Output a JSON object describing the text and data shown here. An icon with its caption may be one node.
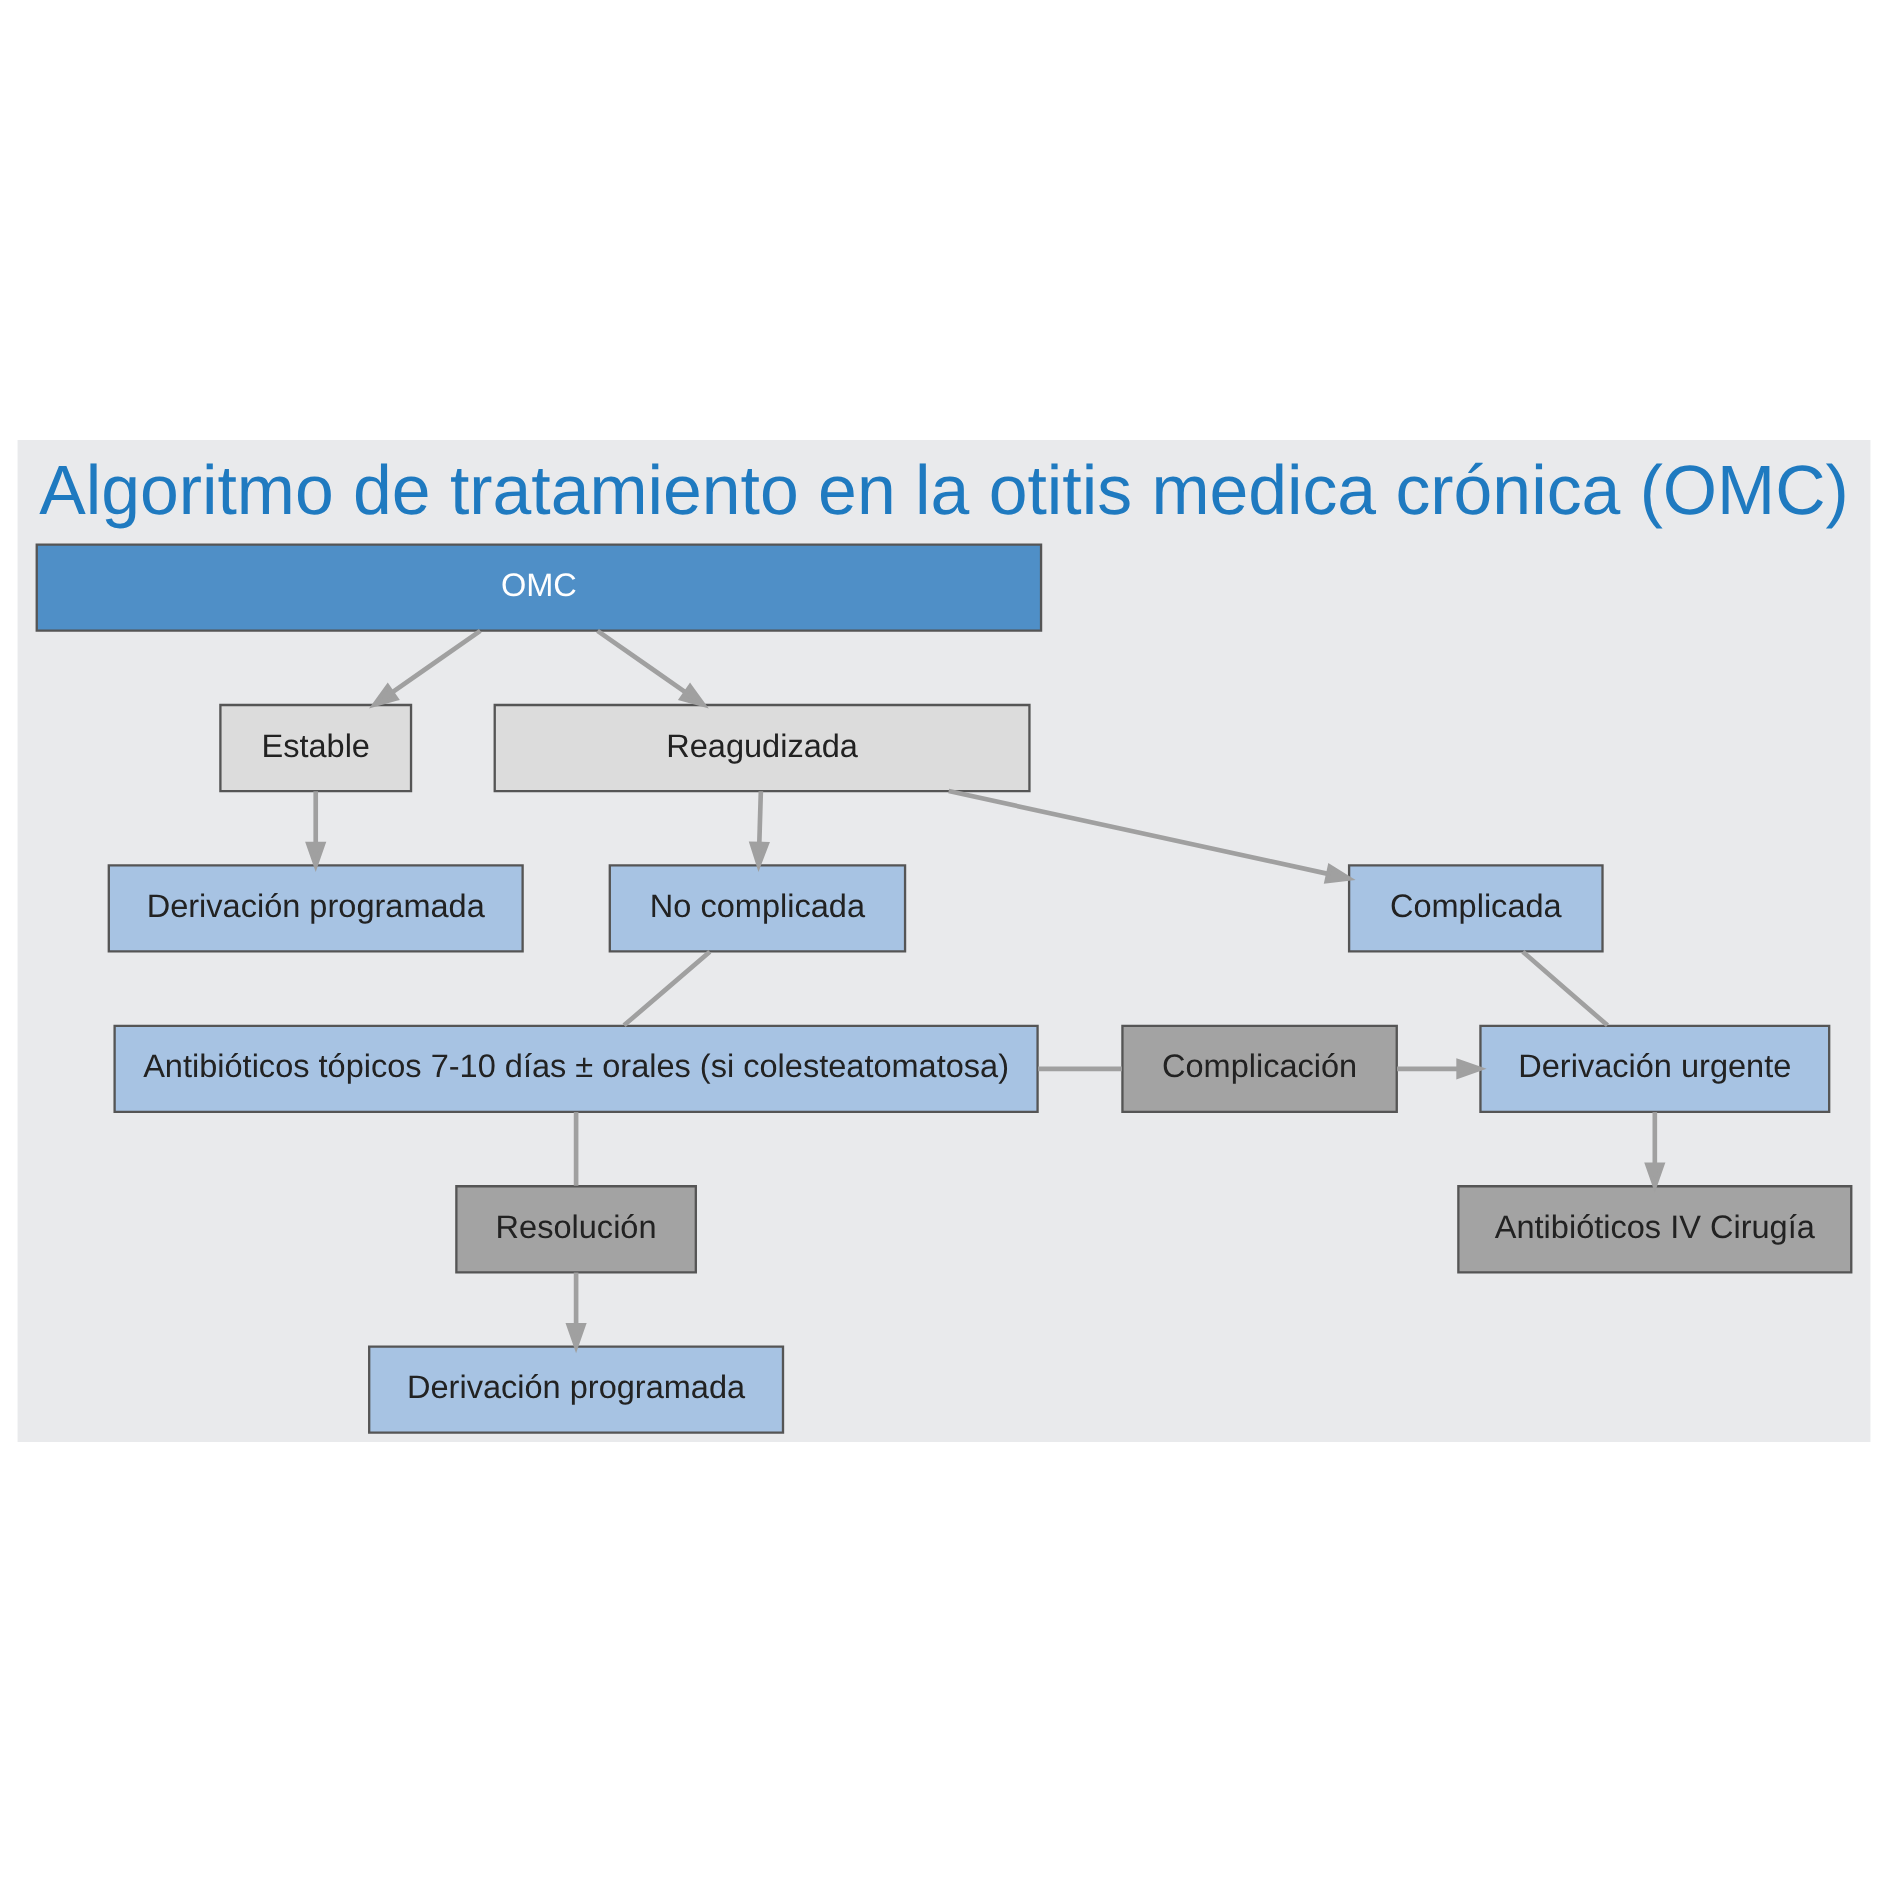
{
  "diagram": {
    "title": "Algoritmo de tratamiento en la otitis medica crónica (OMC)",
    "nodes": [
      {
        "text": [
          "OMC"
        ]
      },
      {
        "text": [
          "Estable"
        ]
      },
      {
        "text": [
          "Reagudizada"
        ]
      },
      {
        "text": [
          "Derivación programada"
        ]
      },
      {
        "text": [
          "Complicada"
        ]
      },
      {
        "text": [
          "No complicada"
        ]
      },
      {
        "text": [
          "Derivación urgente"
        ]
      },
      {
        "text": [
          "Complicación"
        ]
      },
      {
        "text": [
          "Antibióticos tópicos 7-10 días ± orales (si colesteatomatosa)"
        ]
      },
      {
        "text": [
          "Resolución"
        ]
      },
      {
        "text": [
          "Antibióticos IV Cirugía"
        ]
      },
      {
        "text": [
          "Derivación programada"
        ]
      }
    ],
    "edges": [
      {
        "from": 0,
        "to": 1,
        "arrow": "to"
      },
      {
        "from": 0,
        "to": 2,
        "arrow": "to"
      },
      {
        "from": 1,
        "to": 3,
        "arrow": "to"
      },
      {
        "from": 2,
        "to": 4,
        "arrow": "to"
      },
      {
        "from": 2,
        "to": 5,
        "arrow": "to"
      },
      {
        "from": 4,
        "to": 6,
        "arrow": "none"
      },
      {
        "from": 5,
        "to": 8,
        "arrow": "none"
      },
      {
        "from": 8,
        "to": 7,
        "arrow": "none"
      },
      {
        "from": 7,
        "to": 6,
        "arrow": "to"
      },
      {
        "from": 6,
        "to": 10,
        "arrow": "to"
      },
      {
        "from": 8,
        "to": 9,
        "arrow": "none"
      },
      {
        "from": 9,
        "to": 11,
        "arrow": "to"
      }
    ]
  }
}
